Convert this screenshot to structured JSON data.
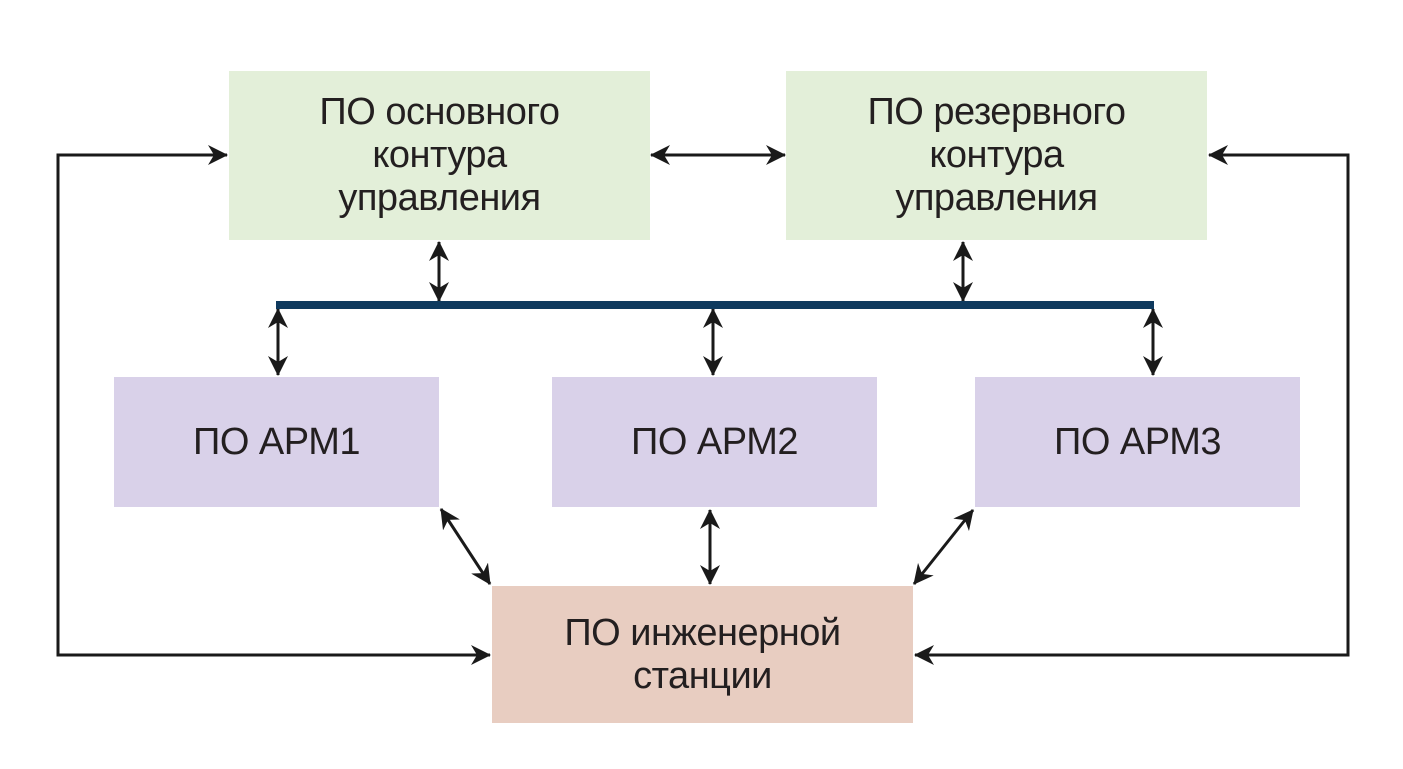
{
  "colors": {
    "control_box": "#e3efd9",
    "arm_box": "#d9d1e9",
    "engineering_box": "#e8cdc1",
    "bus": "#0f3a5e",
    "arrow": "#1a1a1a"
  },
  "nodes": {
    "main_control": {
      "lines": [
        "ПО основного",
        "контура",
        "управления"
      ]
    },
    "reserve_control": {
      "lines": [
        "ПО резервного",
        "контура",
        "управления"
      ]
    },
    "arm1": {
      "lines": [
        "ПО АРМ1"
      ]
    },
    "arm2": {
      "lines": [
        "ПО АРМ2"
      ]
    },
    "arm3": {
      "lines": [
        "ПО АРМ3"
      ]
    },
    "engineering": {
      "lines": [
        "ПО инженерной",
        "станции"
      ]
    }
  },
  "edges": [
    {
      "from": "main_control",
      "to": "reserve_control",
      "direction": "both"
    },
    {
      "from": "main_control",
      "to": "bus",
      "direction": "both"
    },
    {
      "from": "reserve_control",
      "to": "bus",
      "direction": "both"
    },
    {
      "from": "bus",
      "to": "arm1",
      "direction": "both"
    },
    {
      "from": "bus",
      "to": "arm2",
      "direction": "both"
    },
    {
      "from": "bus",
      "to": "arm3",
      "direction": "both"
    },
    {
      "from": "arm1",
      "to": "engineering",
      "direction": "both"
    },
    {
      "from": "arm2",
      "to": "engineering",
      "direction": "both"
    },
    {
      "from": "arm3",
      "to": "engineering",
      "direction": "both"
    },
    {
      "from": "engineering",
      "to": "main_control",
      "direction": "both"
    },
    {
      "from": "engineering",
      "to": "reserve_control",
      "direction": "both"
    }
  ]
}
